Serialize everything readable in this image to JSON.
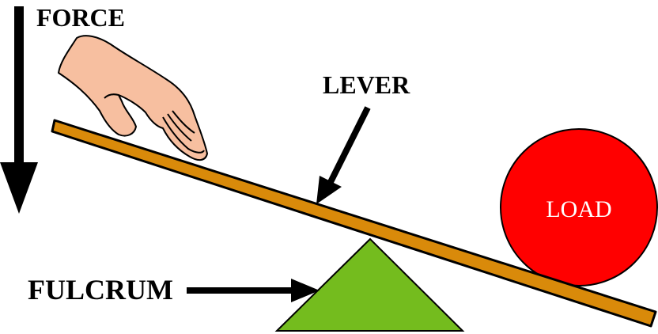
{
  "labels": {
    "force": "FORCE",
    "lever": "LEVER",
    "fulcrum": "FULCRUM",
    "load": "LOAD"
  },
  "colors": {
    "lever": "#D98A0A",
    "fulcrum": "#74BC1E",
    "load": "#FF0000",
    "hand": "#F7BFA0",
    "outline": "#000000",
    "background": "#FFFFFF"
  },
  "icons": {
    "hand": "hand-pressing-icon",
    "force_arrow": "arrow-down-icon"
  }
}
